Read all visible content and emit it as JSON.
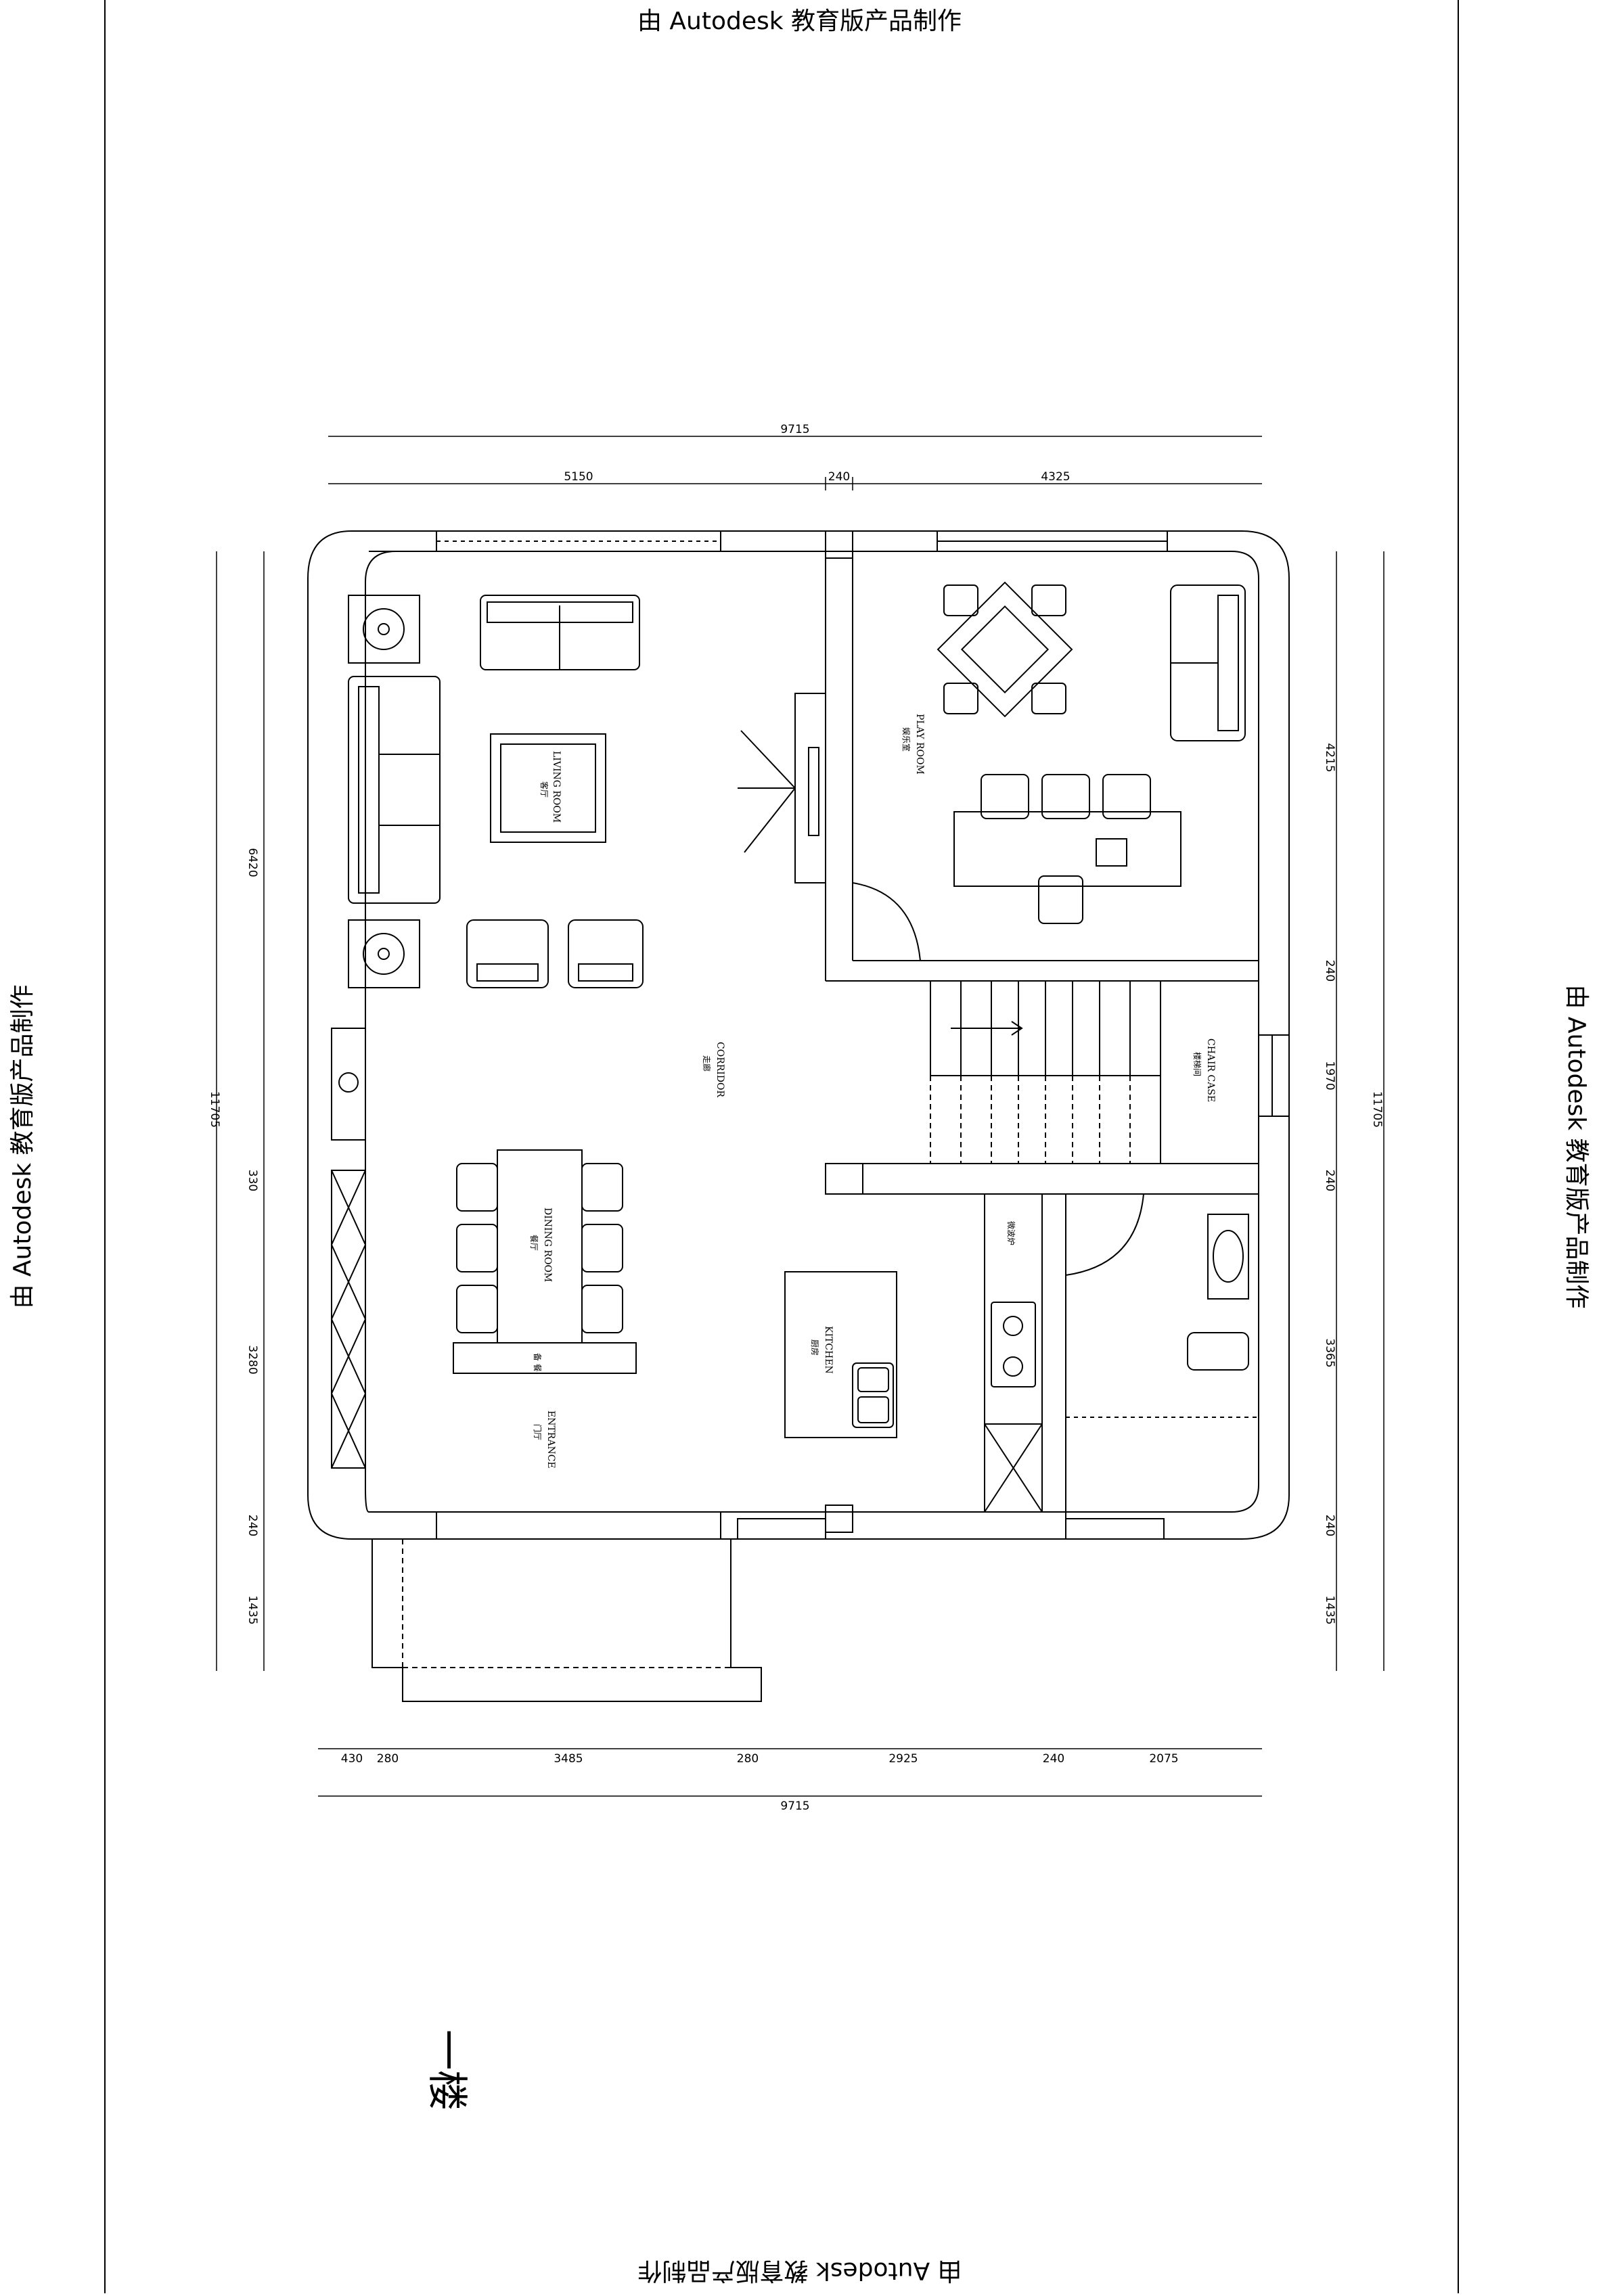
{
  "watermark": "由 Autodesk 教育版产品制作",
  "floor_label": "一楼",
  "dimensions": {
    "top_total": "9715",
    "top_left": "5150",
    "top_mid": "240",
    "top_right": "4325",
    "left_total": "11705",
    "left_1": "6420",
    "left_2": "330",
    "left_3": "3280",
    "left_4": "240",
    "left_5": "1435",
    "right_total": "11705",
    "right_1": "4215",
    "right_2": "240",
    "right_3": "1970",
    "right_4": "240",
    "right_5": "3365",
    "right_6": "240",
    "right_7": "1435",
    "bottom_1": "430",
    "bottom_2": "280",
    "bottom_3": "3485",
    "bottom_4": "280",
    "bottom_5": "2925",
    "bottom_6": "240",
    "bottom_7": "2075",
    "bottom_total": "9715"
  },
  "rooms": {
    "living_en": "LIVING ROOM",
    "living_cn": "客厅",
    "play_en": "PLAY ROOM",
    "play_cn": "娱乐室",
    "corridor_en": "CORRIDOR",
    "corridor_cn": "走廊",
    "stair_en": "CHAIR CASE",
    "stair_cn": "楼梯间",
    "dining_en": "DINING ROOM",
    "dining_cn": "餐厅",
    "kitchen_en": "KITCHEN",
    "kitchen_cn": "厨房",
    "entrance_en": "ENTRANCE",
    "entrance_cn": "门厅",
    "fridge_cn": "微波炉",
    "sideboard_cn": "备  餐"
  }
}
